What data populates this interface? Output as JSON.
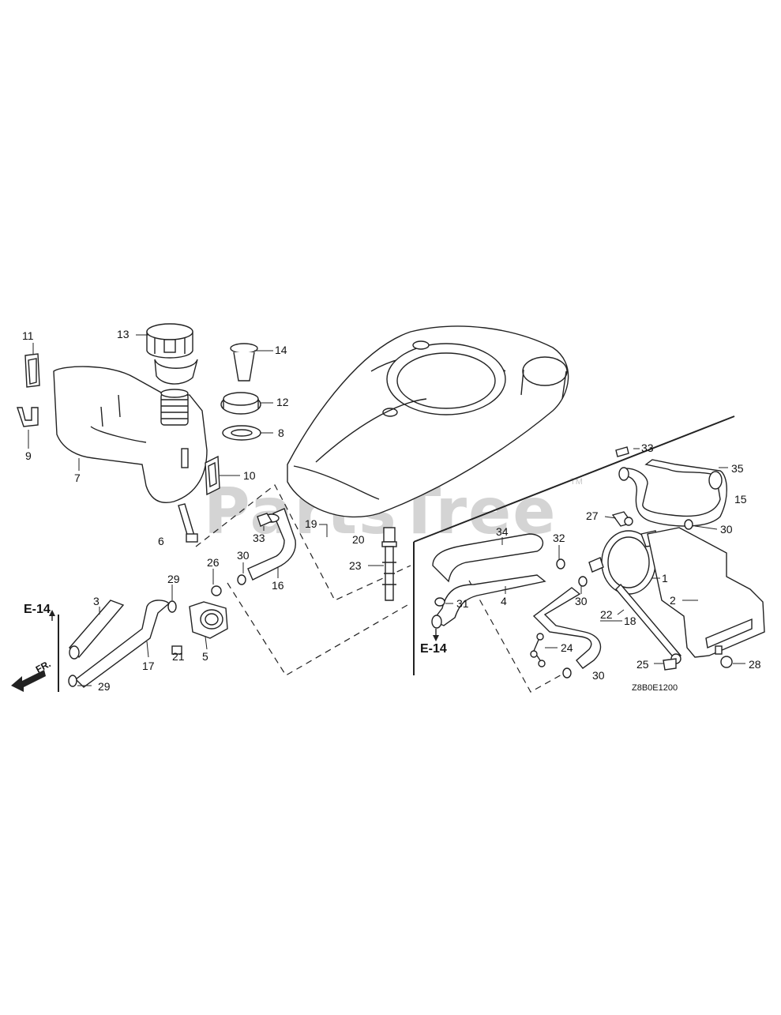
{
  "watermark": {
    "text": "PartsTree",
    "trademark": "TM"
  },
  "diagram_code": "Z8B0E1200",
  "reference_labels": {
    "e14_left": "E-14",
    "e14_right": "E-14",
    "front": "FR."
  },
  "callouts": {
    "c1": "1",
    "c2": "2",
    "c3": "3",
    "c4": "4",
    "c5": "5",
    "c6": "6",
    "c7": "7",
    "c8": "8",
    "c9": "9",
    "c10": "10",
    "c11": "11",
    "c12": "12",
    "c13": "13",
    "c14": "14",
    "c15": "15",
    "c16": "16",
    "c17": "17",
    "c18": "18",
    "c19": "19",
    "c20": "20",
    "c21": "21",
    "c22": "22",
    "c23": "23",
    "c24": "24",
    "c25": "25",
    "c26": "26",
    "c27": "27",
    "c28": "28",
    "c29a": "29",
    "c29b": "29",
    "c30a": "30",
    "c30b": "30",
    "c30c": "30",
    "c30d": "30",
    "c31": "31",
    "c32": "32",
    "c33a": "33",
    "c33b": "33",
    "c34": "34",
    "c35": "35"
  }
}
